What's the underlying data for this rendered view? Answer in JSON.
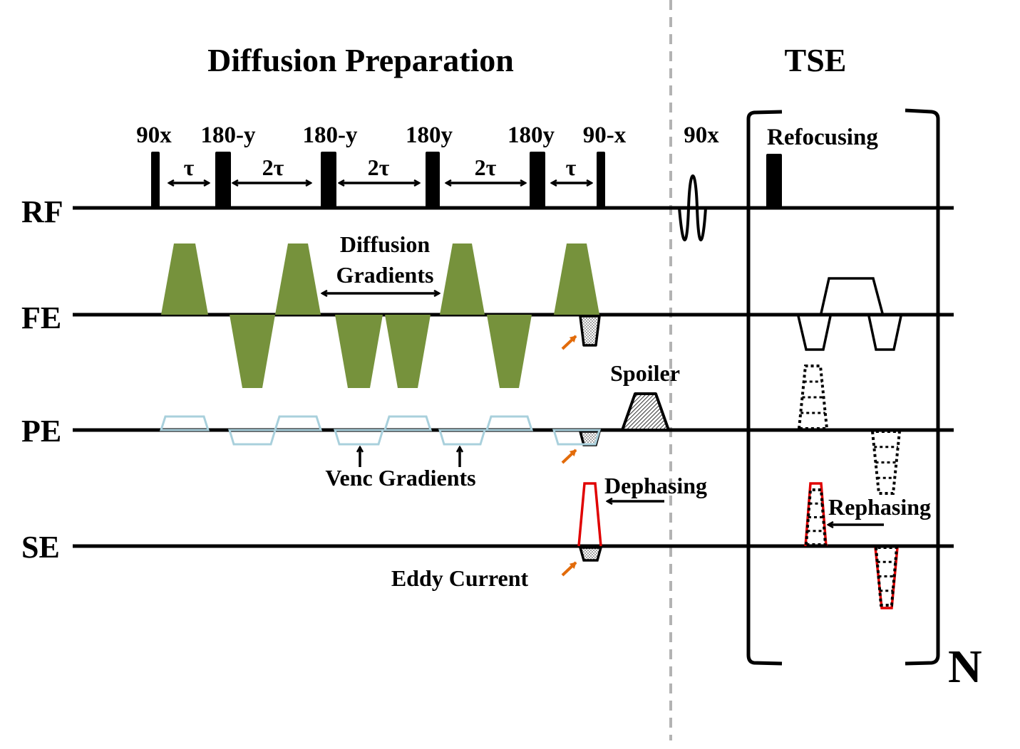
{
  "titles": {
    "left": "Diffusion Preparation",
    "right": "TSE"
  },
  "axes": [
    "RF",
    "FE",
    "PE",
    "SE"
  ],
  "rf_pulses": [
    {
      "label": "90x",
      "type": "hard-90"
    },
    {
      "label": "180-y",
      "type": "hard-180"
    },
    {
      "label": "180-y",
      "type": "hard-180"
    },
    {
      "label": "180y",
      "type": "hard-180"
    },
    {
      "label": "180y",
      "type": "hard-180"
    },
    {
      "label": "90-x",
      "type": "hard-90"
    }
  ],
  "intervals": [
    "τ",
    "2τ",
    "2τ",
    "2τ",
    "τ"
  ],
  "tse": {
    "excitation_label": "90x",
    "excitation_type": "sinc",
    "refocusing_label": "Refocusing",
    "repeat_label": "N"
  },
  "annotations": {
    "diffusion_gradients": [
      "Diffusion",
      "Gradients"
    ],
    "venc_gradients": "Venc Gradients",
    "spoiler": "Spoiler",
    "dephasing": "Dephasing",
    "rephasing": "Rephasing",
    "eddy_current": "Eddy Current"
  },
  "fe_diffusion_lobes": [
    "+",
    "-",
    "+",
    "-",
    "-",
    "+",
    "-",
    "+"
  ],
  "pe_venc_lobes": [
    "+",
    "-",
    "+",
    "-",
    "+",
    "-",
    "+",
    "-"
  ],
  "colors": {
    "diffusion_gradient": "#76923c",
    "venc_gradient": "#a9d0dc",
    "dephasing_gradient": "#e00000",
    "eddy_arrow": "#e26b0a",
    "separator": "#b3b3b3",
    "line": "#000000"
  }
}
